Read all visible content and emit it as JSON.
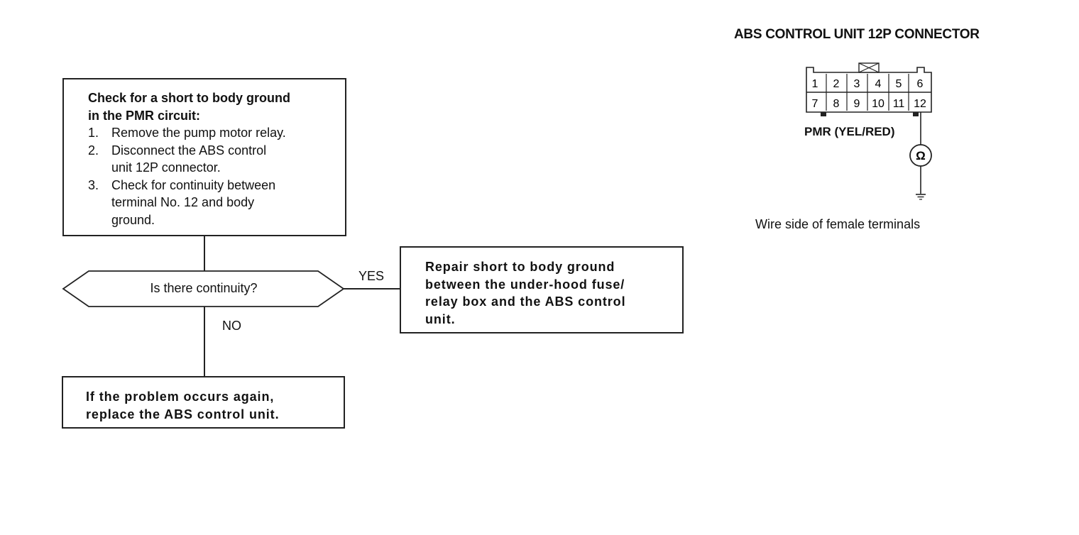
{
  "connector": {
    "title": "ABS CONTROL UNIT 12P CONNECTOR",
    "pins_top": [
      "1",
      "2",
      "3",
      "4",
      "5",
      "6"
    ],
    "pins_bottom": [
      "7",
      "8",
      "9",
      "10",
      "11",
      "12"
    ],
    "wire_label": "PMR (YEL/RED)",
    "meter_symbol": "Ω",
    "caption": "Wire side of female terminals"
  },
  "check_box": {
    "title_line1": "Check for a short to body ground",
    "title_line2": "in the PMR circuit:",
    "steps": [
      {
        "num": "1.",
        "line1": "Remove the pump motor relay.",
        "line2": ""
      },
      {
        "num": "2.",
        "line1": "Disconnect the ABS control",
        "line2": "unit 12P connector."
      },
      {
        "num": "3.",
        "line1": "Check for continuity between",
        "line2": "terminal No. 12 and body",
        "line3": "ground."
      }
    ]
  },
  "decision": {
    "question": "Is there continuity?",
    "yes_label": "YES",
    "no_label": "NO"
  },
  "repair_box": {
    "lines": [
      "Repair short to body ground",
      "between the under-hood fuse/",
      "relay box and the ABS control",
      "unit."
    ]
  },
  "replace_box": {
    "lines": [
      "If the problem occurs again,",
      "replace the ABS control unit."
    ]
  }
}
